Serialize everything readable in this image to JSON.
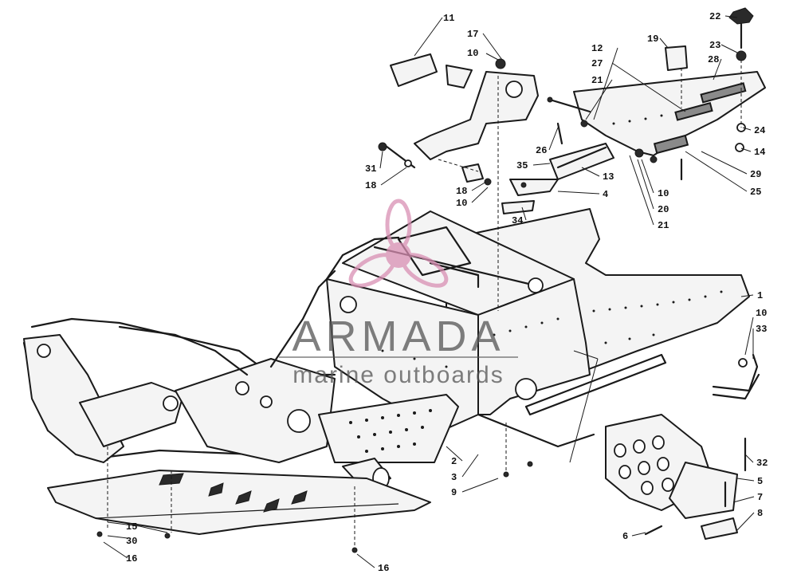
{
  "watermark": {
    "brand": "ARMADA",
    "tagline": "marine outboards",
    "logo_icon": "propeller-icon",
    "logo_color": "#d98fb3",
    "text_color": "#555555"
  },
  "callouts": [
    {
      "id": "c1",
      "label": "11"
    },
    {
      "id": "c2",
      "label": "17"
    },
    {
      "id": "c3",
      "label": "10"
    },
    {
      "id": "c4",
      "label": "22"
    },
    {
      "id": "c5",
      "label": "19"
    },
    {
      "id": "c6",
      "label": "23"
    },
    {
      "id": "c7",
      "label": "12"
    },
    {
      "id": "c8",
      "label": "28"
    },
    {
      "id": "c9",
      "label": "27"
    },
    {
      "id": "c10",
      "label": "21"
    },
    {
      "id": "c11",
      "label": "24"
    },
    {
      "id": "c12",
      "label": "14"
    },
    {
      "id": "c13",
      "label": "26"
    },
    {
      "id": "c14",
      "label": "29"
    },
    {
      "id": "c15",
      "label": "31"
    },
    {
      "id": "c16",
      "label": "35"
    },
    {
      "id": "c17",
      "label": "25"
    },
    {
      "id": "c18",
      "label": "18"
    },
    {
      "id": "c19",
      "label": "13"
    },
    {
      "id": "c20",
      "label": "18"
    },
    {
      "id": "c21",
      "label": "10"
    },
    {
      "id": "c22",
      "label": "10"
    },
    {
      "id": "c23",
      "label": "4"
    },
    {
      "id": "c24",
      "label": "20"
    },
    {
      "id": "c25",
      "label": "34"
    },
    {
      "id": "c26",
      "label": "21"
    },
    {
      "id": "c27",
      "label": "1"
    },
    {
      "id": "c28",
      "label": "10"
    },
    {
      "id": "c29",
      "label": "33"
    },
    {
      "id": "c30",
      "label": "2"
    },
    {
      "id": "c31",
      "label": "3"
    },
    {
      "id": "c32",
      "label": "32"
    },
    {
      "id": "c33",
      "label": "9"
    },
    {
      "id": "c34",
      "label": "5"
    },
    {
      "id": "c35",
      "label": "7"
    },
    {
      "id": "c36",
      "label": "8"
    },
    {
      "id": "c37",
      "label": "15"
    },
    {
      "id": "c38",
      "label": "6"
    },
    {
      "id": "c39",
      "label": "30"
    },
    {
      "id": "c40",
      "label": "16"
    },
    {
      "id": "c41",
      "label": "16"
    }
  ]
}
